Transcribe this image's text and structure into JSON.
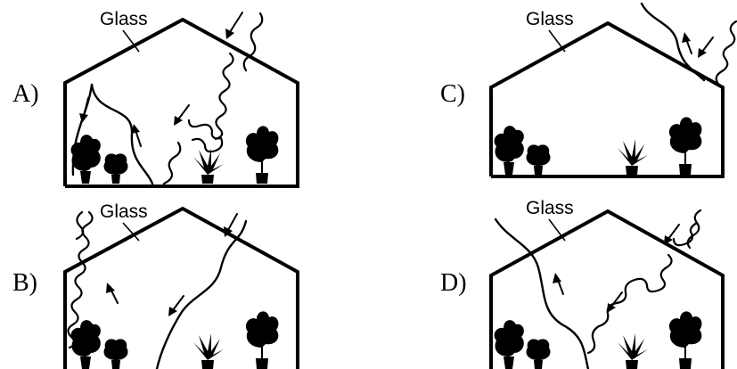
{
  "options": [
    {
      "letter": "A)",
      "glass_label": "Glass"
    },
    {
      "letter": "B)",
      "glass_label": "Glass"
    },
    {
      "letter": "C)",
      "glass_label": "Glass"
    },
    {
      "letter": "D)",
      "glass_label": "Glass"
    }
  ],
  "colors": {
    "ink": "#000000",
    "background": "#ffffff"
  }
}
